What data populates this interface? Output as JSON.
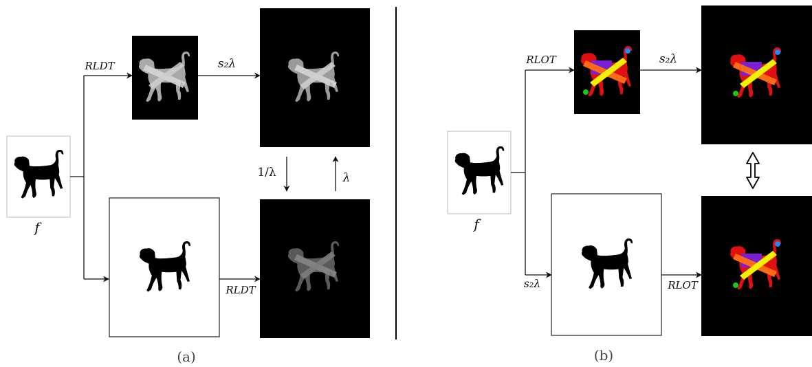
{
  "panel_a": {
    "caption": "(a)",
    "input_label": "f",
    "rldt_top": "RLDT",
    "scale_top": "s₂λ",
    "down_label": "1/λ",
    "up_label": "λ",
    "rldt_bottom": "RLDT"
  },
  "panel_b": {
    "caption": "(b)",
    "input_label": "f",
    "rlot_top": "RLOT",
    "scale_top": "s₂λ",
    "scale_bottom": "s₂λ",
    "rlot_bottom": "RLOT"
  },
  "colors": {
    "line": "#111111",
    "frame": "#000000",
    "dog": "#000000",
    "distance_light": "#d8d8d8",
    "distance_mid": "#9a9a9a",
    "label_purple": "#7a1fd6",
    "label_orange": "#ff6a1a",
    "label_yellow": "#f2f200",
    "label_red": "#e01010",
    "label_green": "#18c818",
    "label_blue": "#1e88ff"
  }
}
